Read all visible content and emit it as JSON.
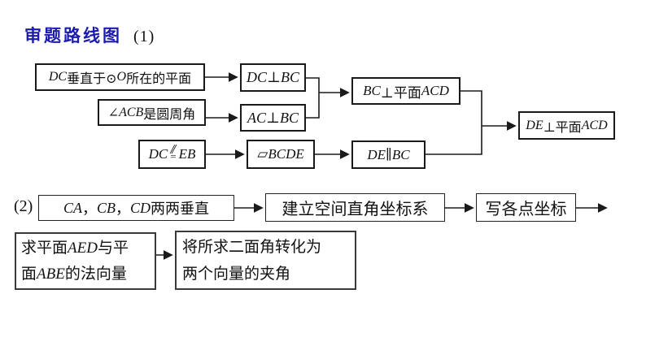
{
  "title": {
    "text": "审题路线图",
    "index": "(1)"
  },
  "flow1": {
    "premise_dc_plane": "DC垂直于⊙O所在的平面",
    "dc_perp_bc": "DC⊥BC",
    "acb_inscribed": "∠ACB是圆周角",
    "ac_perp_bc": "AC⊥BC",
    "bc_perp_plane_acd": "BC⊥平面ACD",
    "dc_eb": {
      "left": "DC",
      "sym_top": "∥",
      "sym_bottom": "=",
      "right": "EB"
    },
    "parallelogram_bcde": "▱BCDE",
    "de_parallel_bc": "DE∥BC",
    "de_perp_plane_acd": "DE⊥平面ACD"
  },
  "flow2": {
    "label": "(2)",
    "step_condition": "CA，CB，CD两两垂直",
    "step_coordsys": "建立空间直角坐标系",
    "step_writecoord": "写各点坐标",
    "step_normals_lines": [
      "求平面AED与平",
      "面ABE的法向量"
    ],
    "step_dihedral_lines": [
      "将所求二面角转化为",
      "两个向量的夹角"
    ]
  },
  "colors": {
    "title_blue": "#1b1bb0",
    "line_black": "#1a1a1a"
  }
}
